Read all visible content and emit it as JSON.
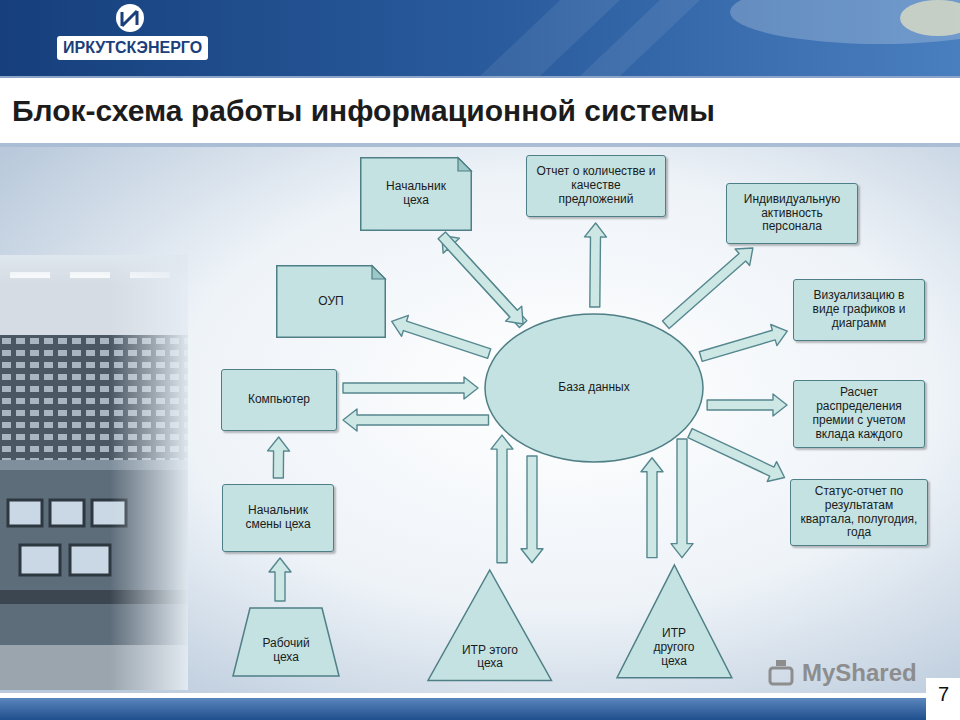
{
  "diagram": {
    "title": "Блок-схема работы информационной системы",
    "nodes": [
      {
        "text": [
          "Начальник цеха"
        ]
      },
      {
        "text": [
          "Отчет о количестве и качестве предложений"
        ]
      },
      {
        "text": [
          "Индивидуальную активность персонала"
        ]
      },
      {
        "text": [
          "ОУП"
        ]
      },
      {
        "text": [
          "Визуализацию в виде графиков и диаграмм"
        ]
      },
      {
        "text": [
          "Компьютер"
        ]
      },
      {
        "text": [
          "База данных"
        ]
      },
      {
        "text": [
          "Расчет распределения премии с учетом вклада каждого"
        ]
      },
      {
        "text": [
          "Начальник смены цеха"
        ]
      },
      {
        "text": [
          "Статус-отчет по результатам квартала, полугодия, года"
        ]
      },
      {
        "text": [
          "Рабочий цеха"
        ]
      },
      {
        "text": [
          "ИТР этого цеха"
        ]
      },
      {
        "text": [
          "ИТР другого цеха"
        ]
      }
    ],
    "edges": [
      {
        "from": 6,
        "to": 0,
        "arrow": "to"
      },
      {
        "from": 0,
        "to": 6,
        "arrow": "to"
      },
      {
        "from": 6,
        "to": 1,
        "arrow": "to"
      },
      {
        "from": 6,
        "to": 2,
        "arrow": "to"
      },
      {
        "from": 6,
        "to": 3,
        "arrow": "to"
      },
      {
        "from": 6,
        "to": 4,
        "arrow": "to"
      },
      {
        "from": 5,
        "to": 6,
        "arrow": "to"
      },
      {
        "from": 6,
        "to": 5,
        "arrow": "to"
      },
      {
        "from": 6,
        "to": 7,
        "arrow": "to"
      },
      {
        "from": 6,
        "to": 9,
        "arrow": "to"
      },
      {
        "from": 8,
        "to": 5,
        "arrow": "to"
      },
      {
        "from": 10,
        "to": 8,
        "arrow": "to"
      },
      {
        "from": 11,
        "to": 6,
        "arrow": "to"
      },
      {
        "from": 6,
        "to": 11,
        "arrow": "to"
      },
      {
        "from": 12,
        "to": 6,
        "arrow": "to"
      },
      {
        "from": 6,
        "to": 12,
        "arrow": "to"
      }
    ],
    "labels": [
      "ИРКУТСКЭНЕРГО",
      "7",
      "MyShared"
    ]
  }
}
